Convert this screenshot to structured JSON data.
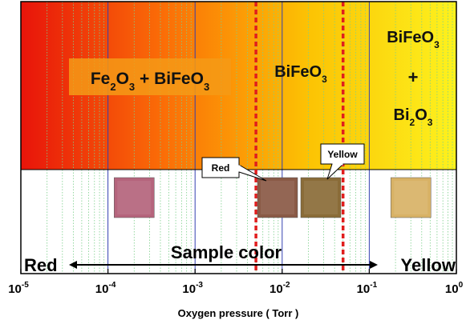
{
  "chart_data": {
    "type": "phase-diagram",
    "xlabel": "Oxygen pressure ( Torr )",
    "x_scale": "log",
    "xlim": [
      1e-05,
      1
    ],
    "x_ticks": [
      {
        "value": 1e-05,
        "base": "10",
        "exp": "-5"
      },
      {
        "value": 0.0001,
        "base": "10",
        "exp": "-4"
      },
      {
        "value": 0.001,
        "base": "10",
        "exp": "-3"
      },
      {
        "value": 0.01,
        "base": "10",
        "exp": "-2"
      },
      {
        "value": 0.1,
        "base": "10",
        "exp": "-1"
      },
      {
        "value": 1,
        "base": "10",
        "exp": "0"
      }
    ],
    "gradient_colors": [
      "#e8140a",
      "#fb6f07",
      "#fcc404",
      "#fdf21e"
    ],
    "boundaries": [
      {
        "x": 0.005,
        "color": "#e01e1e"
      },
      {
        "x": 0.05,
        "color": "#e01e1e"
      }
    ],
    "phases": [
      {
        "id": "fe2o3-bifeo3",
        "parts": [
          {
            "t": "Fe"
          },
          {
            "t": "2",
            "sub": true
          },
          {
            "t": "O"
          },
          {
            "t": "3",
            "sub": true
          },
          {
            "t": " + BiFeO"
          },
          {
            "t": "3",
            "sub": true
          }
        ]
      },
      {
        "id": "bifeo3",
        "parts": [
          {
            "t": "BiFeO"
          },
          {
            "t": "3",
            "sub": true
          }
        ]
      },
      {
        "id": "bifeo3-top",
        "parts": [
          {
            "t": "BiFeO"
          },
          {
            "t": "3",
            "sub": true
          }
        ]
      },
      {
        "id": "plus",
        "parts": [
          {
            "t": "+"
          }
        ]
      },
      {
        "id": "bi2o3",
        "parts": [
          {
            "t": "Bi"
          },
          {
            "t": "2",
            "sub": true
          },
          {
            "t": "O"
          },
          {
            "t": "3",
            "sub": true
          }
        ]
      }
    ],
    "samples": [
      {
        "pressure": 0.0002,
        "color": "#b5647c"
      },
      {
        "pressure": 0.01,
        "color": "#8a5a46"
      },
      {
        "pressure": 0.03,
        "color": "#8a6c38"
      },
      {
        "pressure": 0.3,
        "color": "#d8b266"
      }
    ],
    "callouts": [
      {
        "text": "Red",
        "sample": 1
      },
      {
        "text": "Yellow",
        "sample": 2
      }
    ],
    "color_scale": {
      "left": "Red",
      "right": "Yellow",
      "title": "Sample color"
    }
  }
}
